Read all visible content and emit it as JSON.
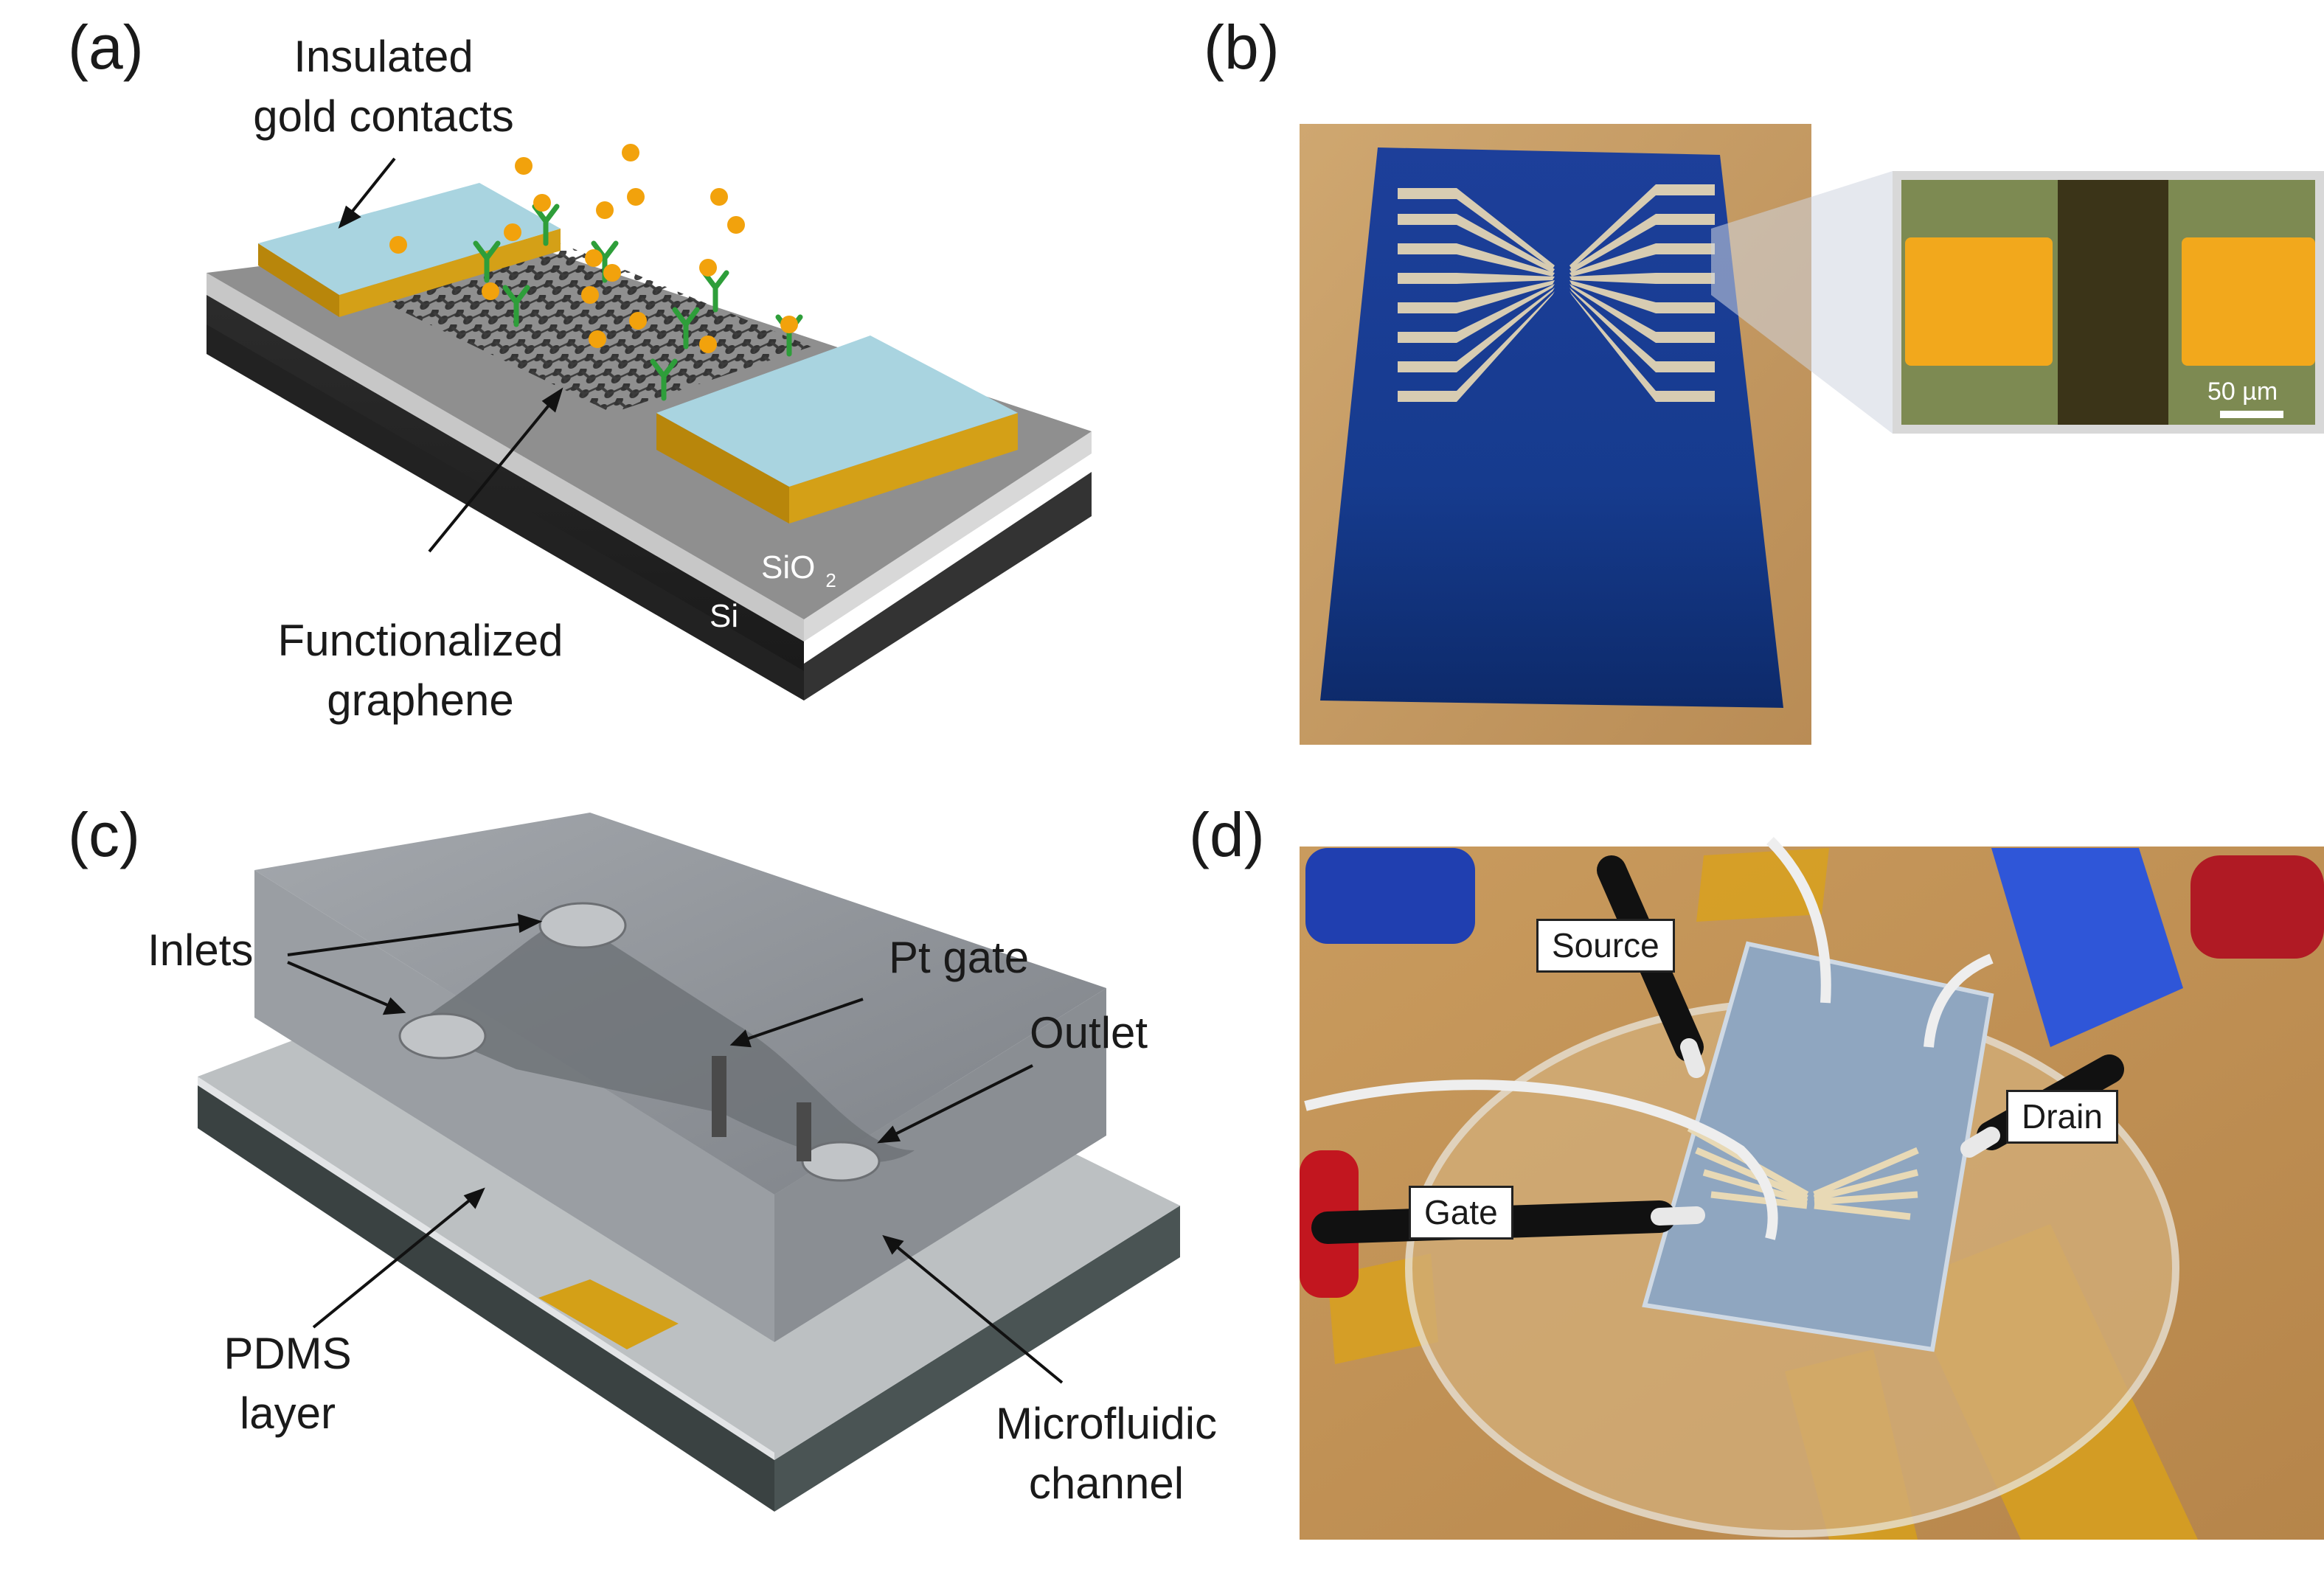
{
  "panels": {
    "a": {
      "letter": "(a)",
      "contacts_label_line1": "Insulated",
      "contacts_label_line2": "gold contacts",
      "graphene_label_line1": "Functionalized",
      "graphene_label_line2": "graphene",
      "sio2_label": "SiO",
      "sio2_subscript": "2",
      "si_label": "Si"
    },
    "b": {
      "letter": "(b)",
      "scale_bar_label": "50 µm"
    },
    "c": {
      "letter": "(c)",
      "inlets_label": "Inlets",
      "pt_gate_label": "Pt gate",
      "outlet_label": "Outlet",
      "pdms_label_line1": "PDMS",
      "pdms_label_line2": "layer",
      "channel_label_line1": "Microfluidic",
      "channel_label_line2": "channel"
    },
    "d": {
      "letter": "(d)",
      "source_label": "Source",
      "drain_label": "Drain",
      "gate_label": "Gate"
    }
  }
}
